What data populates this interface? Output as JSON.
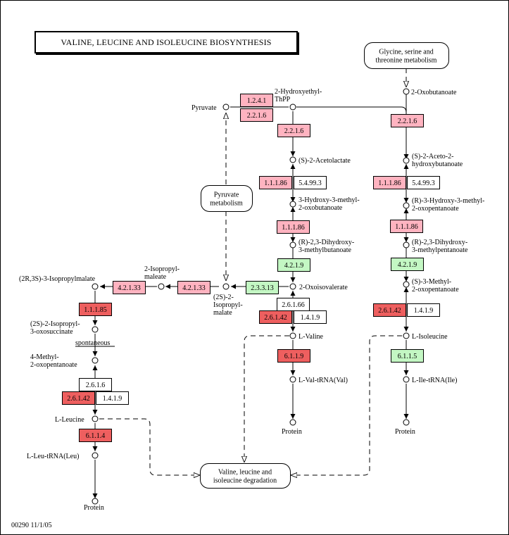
{
  "title": "VALINE, LEUCINE AND ISOLEUCINE BIOSYNTHESIS",
  "footer": "00290   11/1/05",
  "colors": {
    "pink": "#ffb3c0",
    "red": "#ee5f5f",
    "green": "#c3f7c3",
    "white": "#ffffff"
  },
  "enzymes": [
    {
      "id": "e1",
      "label": "1.2.4.1",
      "color": "pink"
    },
    {
      "id": "e2",
      "label": "2.2.1.6",
      "color": "pink"
    },
    {
      "id": "e3",
      "label": "2.2.1.6",
      "color": "pink"
    },
    {
      "id": "e4",
      "label": "1.1.1.86",
      "color": "pink"
    },
    {
      "id": "e5",
      "label": "5.4.99.3",
      "color": "white"
    },
    {
      "id": "e6",
      "label": "1.1.1.86",
      "color": "pink"
    },
    {
      "id": "e7",
      "label": "4.2.1.9",
      "color": "green"
    },
    {
      "id": "e8",
      "label": "2.3.3.13",
      "color": "green"
    },
    {
      "id": "e9",
      "label": "4.2.1.33",
      "color": "pink"
    },
    {
      "id": "e10",
      "label": "4.2.1.33",
      "color": "pink"
    },
    {
      "id": "e11",
      "label": "2.6.1.66",
      "color": "white"
    },
    {
      "id": "e12",
      "label": "2.6.1.42",
      "color": "red"
    },
    {
      "id": "e13",
      "label": "1.4.1.9",
      "color": "white"
    },
    {
      "id": "e14",
      "label": "6.1.1.9",
      "color": "red"
    },
    {
      "id": "e15",
      "label": "2.2.1.6",
      "color": "pink"
    },
    {
      "id": "e16",
      "label": "1.1.1.86",
      "color": "pink"
    },
    {
      "id": "e17",
      "label": "5.4.99.3",
      "color": "white"
    },
    {
      "id": "e18",
      "label": "1.1.1.86",
      "color": "pink"
    },
    {
      "id": "e19",
      "label": "4.2.1.9",
      "color": "green"
    },
    {
      "id": "e20",
      "label": "2.6.1.42",
      "color": "red"
    },
    {
      "id": "e21",
      "label": "1.4.1.9",
      "color": "white"
    },
    {
      "id": "e22",
      "label": "6.1.1.5",
      "color": "green"
    },
    {
      "id": "e23",
      "label": "1.1.1.85",
      "color": "red"
    },
    {
      "id": "e24",
      "label": "2.6.1.6",
      "color": "white"
    },
    {
      "id": "e25",
      "label": "2.6.1.42",
      "color": "red"
    },
    {
      "id": "e26",
      "label": "1.4.1.9",
      "color": "white"
    },
    {
      "id": "e27",
      "label": "6.1.1.4",
      "color": "red"
    }
  ],
  "pathways": [
    {
      "id": "p1",
      "lines": [
        "Glycine, serine and",
        "threonine metabolism"
      ]
    },
    {
      "id": "p2",
      "lines": [
        "Pyruvate",
        "metabolism"
      ]
    },
    {
      "id": "p3",
      "lines": [
        "Valine, leucine and",
        "isoleucine degradation"
      ]
    }
  ],
  "compounds": [
    {
      "id": "c1",
      "lines": [
        "Pyruvate"
      ]
    },
    {
      "id": "c2",
      "lines": [
        "2-Hydroxyethyl-",
        "ThPP"
      ]
    },
    {
      "id": "c3",
      "lines": [
        "2-Oxobutanoate"
      ]
    },
    {
      "id": "c4",
      "lines": [
        "(S)-2-Acetolactate"
      ]
    },
    {
      "id": "c5",
      "lines": [
        "3-Hydroxy-3-methyl-",
        "2-oxobutanoate"
      ]
    },
    {
      "id": "c6",
      "lines": [
        "(R)-2,3-Dihydroxy-",
        "3-methylbutanoate"
      ]
    },
    {
      "id": "c7",
      "lines": [
        "2-Oxoisovalerate"
      ]
    },
    {
      "id": "c8",
      "lines": [
        "L-Valine"
      ]
    },
    {
      "id": "c9",
      "lines": [
        "L-Val-tRNA(Val)"
      ]
    },
    {
      "id": "c10",
      "lines": [
        "Protein"
      ]
    },
    {
      "id": "c11",
      "lines": [
        "(S)-2-Aceto-2-",
        "hydroxybutanoate"
      ]
    },
    {
      "id": "c12",
      "lines": [
        "(R)-3-Hydroxy-3-methyl-",
        "2-oxopentanoate"
      ]
    },
    {
      "id": "c13",
      "lines": [
        "(R)-2,3-Dihydroxy-",
        "3-methylpentanoate"
      ]
    },
    {
      "id": "c14",
      "lines": [
        "(S)-3-Methyl-",
        "2-oxopentanoate"
      ]
    },
    {
      "id": "c15",
      "lines": [
        "L-Isoleucine"
      ]
    },
    {
      "id": "c16",
      "lines": [
        "L-Ile-tRNA(Ile)"
      ]
    },
    {
      "id": "c17",
      "lines": [
        "Protein"
      ]
    },
    {
      "id": "c18",
      "lines": [
        "(2S)-2-",
        "Isopropyl-",
        "malate"
      ]
    },
    {
      "id": "c19",
      "lines": [
        "2-Isopropyl-",
        "maleate"
      ]
    },
    {
      "id": "c20",
      "lines": [
        "(2R,3S)-3-Isopropylmalate"
      ]
    },
    {
      "id": "c21",
      "lines": [
        "(2S)-2-Isopropyl-",
        "3-oxosuccinate"
      ]
    },
    {
      "id": "c22",
      "lines": [
        "4-Methyl-",
        "2-oxopentanoate"
      ]
    },
    {
      "id": "c23",
      "lines": [
        "L-Leucine"
      ]
    },
    {
      "id": "c24",
      "lines": [
        "L-Leu-tRNA(Leu)"
      ]
    },
    {
      "id": "c25",
      "lines": [
        "Protein"
      ]
    }
  ],
  "annotations": {
    "spontaneous": "spontaneous"
  }
}
